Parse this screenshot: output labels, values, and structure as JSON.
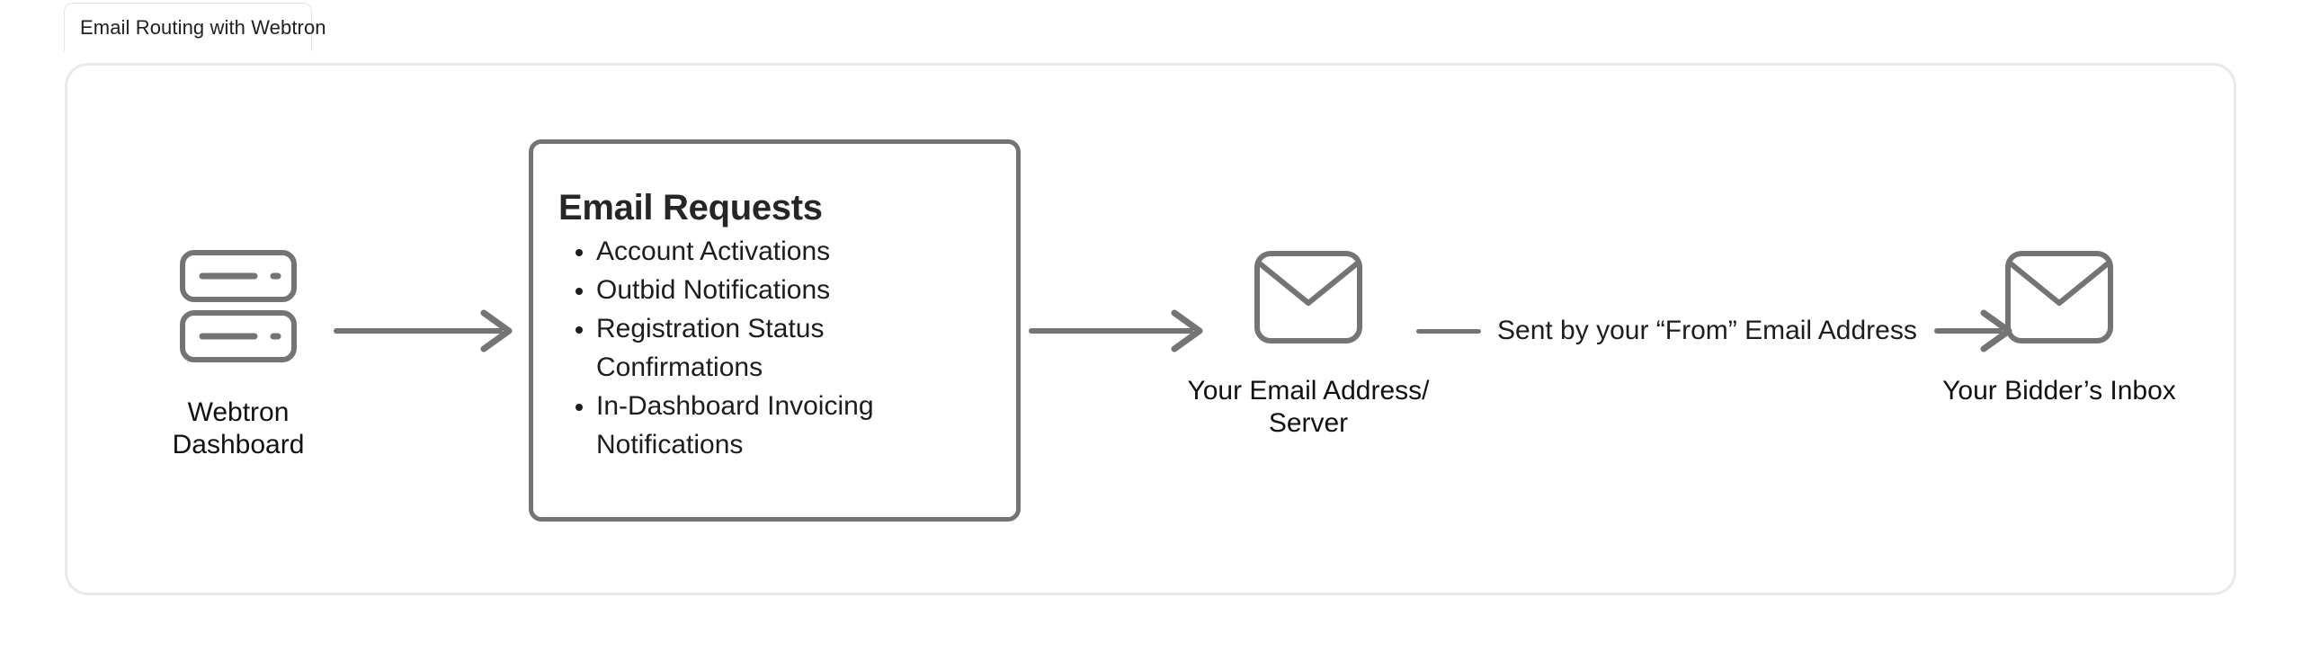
{
  "tab": {
    "title": "Email Routing with Webtron"
  },
  "diagram": {
    "title": "Email Routing with Webtron",
    "nodes": {
      "dashboard": {
        "icon": "server-icon",
        "label": "Webtron Dashboard"
      },
      "requests": {
        "title": "Email Requests",
        "items": [
          "Account Activations",
          "Outbid Notifications",
          "Registration Status Confirmations",
          "In-Dashboard Invoicing Notifications"
        ]
      },
      "email_server": {
        "icon": "envelope-icon",
        "label": "Your Email Address/\nServer"
      },
      "bidder_inbox": {
        "icon": "envelope-icon",
        "label": "Your Bidder’s Inbox"
      }
    },
    "connectors": {
      "dashboard_to_requests": "arrow-right-icon",
      "requests_to_server": "arrow-right-icon",
      "server_to_inbox_caption": "Sent by your “From” Email Address",
      "server_to_inbox": "arrow-right-icon"
    },
    "colors": {
      "stroke": "#747474",
      "card_border": "#e9e9e9",
      "text": "#1d1d1d"
    }
  }
}
